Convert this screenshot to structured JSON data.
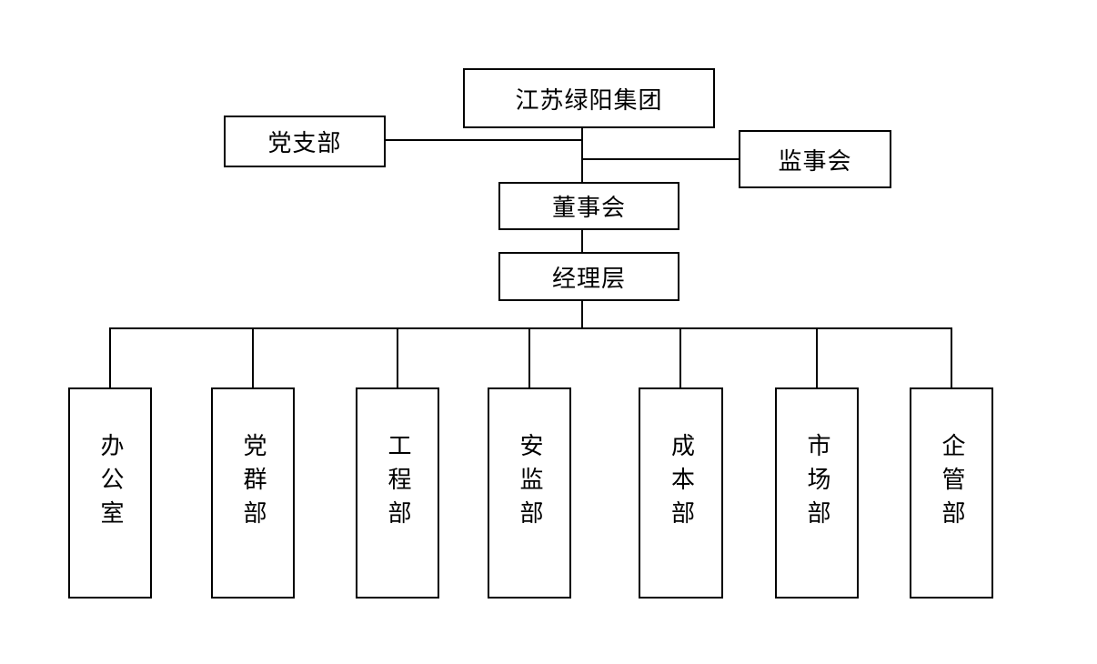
{
  "org_chart": {
    "group_title": "江苏绿阳集团",
    "party_branch": "党支部",
    "supervisory_board": "监事会",
    "board_of_directors": "董事会",
    "management_level": "经理层",
    "departments": [
      {
        "label": "办公室"
      },
      {
        "label": "党群部"
      },
      {
        "label": "工程部"
      },
      {
        "label": "安监部"
      },
      {
        "label": "成本部"
      },
      {
        "label": "市场部"
      },
      {
        "label": "企管部"
      }
    ]
  },
  "colors": {
    "background": "#ffffff",
    "box_fill": "#ffffff",
    "box_border": "#000000",
    "line": "#000000",
    "text": "#000000"
  }
}
